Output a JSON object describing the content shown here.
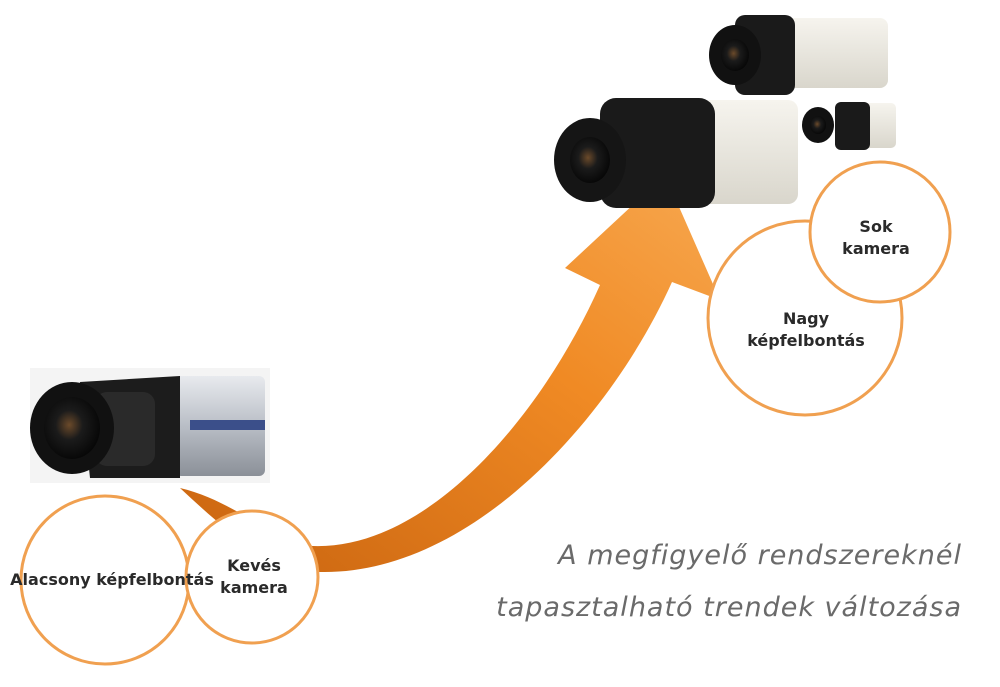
{
  "circles": {
    "low_resolution": "Alacsony képfelbontás",
    "few_cameras": "Kevés kamera",
    "high_resolution": "Nagy képfelbontás",
    "many_cameras": "Sok kamera"
  },
  "caption": {
    "line1": "A megfigyelő rendszereknél",
    "line2": "tapasztalható trendek változása"
  },
  "colors": {
    "accent": "#F08A24",
    "circle_stroke": "#F0A050",
    "caption": "#6a6a6a"
  }
}
